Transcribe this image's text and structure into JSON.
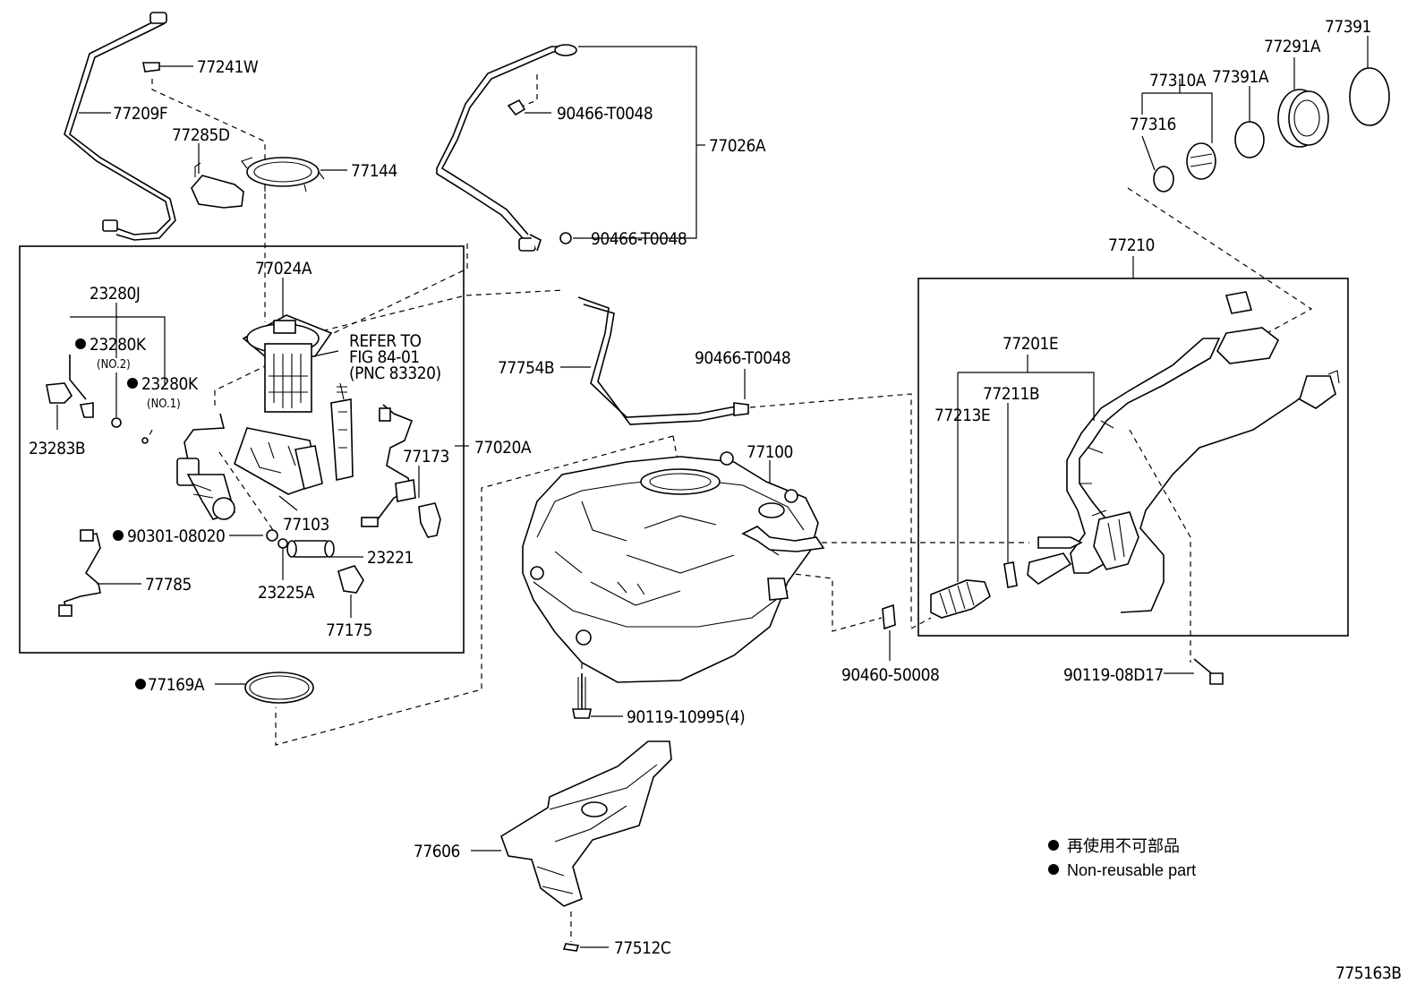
{
  "figure_id": "775163B",
  "legend": {
    "line_jp": "再使用不可部品",
    "line_en": "Non-reusable part"
  },
  "labels": {
    "p77241W": "77241W",
    "p77209F": "77209F",
    "p77285D": "77285D",
    "p77144": "77144",
    "p90466a": "90466-T0048",
    "p77026A": "77026A",
    "p90466b": "90466-T0048",
    "p77024A": "77024A",
    "p23280J": "23280J",
    "p23280K2": "23280K",
    "no2": "(NO.2)",
    "p23280K1": "23280K",
    "no1": "(NO.1)",
    "p23283B": "23283B",
    "refer1": "REFER TO",
    "refer2": "FIG 84-01",
    "refer3": "(PNC 83320)",
    "p77173": "77173",
    "p77020A": "77020A",
    "p77103": "77103",
    "p90301": "90301-08020",
    "p23221": "23221",
    "p77785": "77785",
    "p23225A": "23225A",
    "p77175": "77175",
    "p77169A": "77169A",
    "p77754B": "77754B",
    "p90466c": "90466-T0048",
    "p77100": "77100",
    "p90119a": "90119-10995(4)",
    "p77606": "77606",
    "p77512C": "77512C",
    "p77391": "77391",
    "p77291A": "77291A",
    "p77310A": "77310A",
    "p77391A": "77391A",
    "p77316": "77316",
    "p77210": "77210",
    "p77201E": "77201E",
    "p77211B": "77211B",
    "p77213E": "77213E",
    "p90460": "90460-50008",
    "p90119b": "90119-08D17"
  }
}
